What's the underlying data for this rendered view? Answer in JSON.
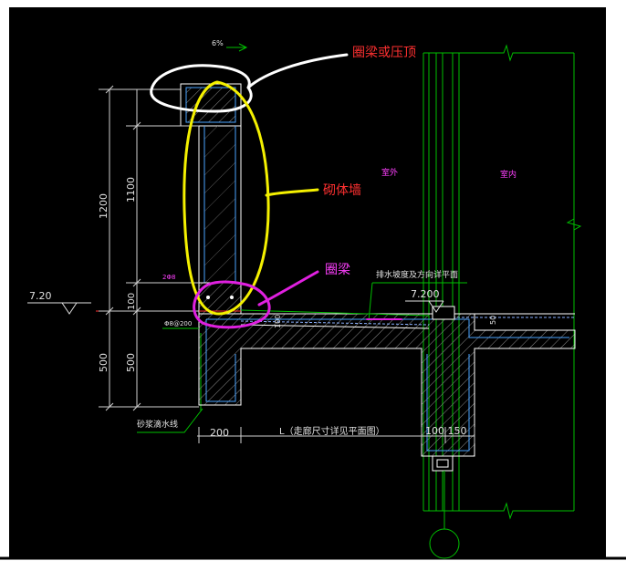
{
  "annotations": {
    "ring_beam_or_coping": "圈梁或压顶",
    "masonry_wall": "砌体墙",
    "ring_beam": "圈梁"
  },
  "labels": {
    "slope": "6%",
    "outdoor": "室外",
    "indoor": "室内",
    "drainage_note": "排水坡度及方向详平面",
    "mortar_drip": "砂浆滴水线",
    "rebar": "Φ8@200",
    "rebar_small": "2Φ8",
    "span": "L（走廊尺寸详见平面图）"
  },
  "elevations": {
    "left": "7.20",
    "right": "7.200"
  },
  "dimensions": {
    "d1200": "1200",
    "d1100": "1100",
    "d100": "100",
    "d500a": "500",
    "d500b": "500",
    "d200": "200",
    "d100_150": "100 150",
    "d50": "50",
    "d100b": "100"
  },
  "colors": {
    "background": "#000000",
    "frame": "#ffffff",
    "wall_outline": "#ffffff",
    "concrete_outline": "#4aa3ff",
    "hatch": "#7f7f7f",
    "green_line": "#00c000",
    "dimension": "#d0d0d0",
    "annotation_red": "#ff3030",
    "highlight_white": "#ffffff",
    "highlight_yellow": "#f4f000",
    "highlight_magenta": "#e020e0",
    "magenta_text": "#ff40ff",
    "elevation": "#e0e0e0"
  }
}
